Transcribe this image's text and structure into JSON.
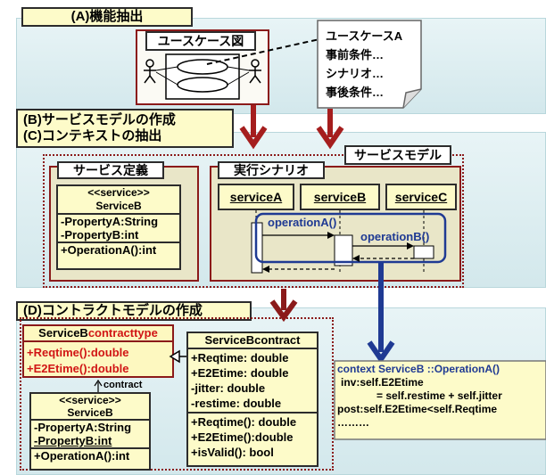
{
  "section_a": {
    "label": "(A)機能抽出"
  },
  "usecase": {
    "title": "ユースケース図",
    "note": [
      "ユースケースA",
      "事前条件…",
      "シナリオ…",
      "事後条件…"
    ]
  },
  "section_bc": {
    "label1": "(B)サービスモデルの作成",
    "label2": "(C)コンテキストの抽出"
  },
  "service_model": {
    "title": "サービスモデル",
    "definition": {
      "title": "サービス定義",
      "stereotype": "<<service>>",
      "name": "ServiceB",
      "attributes": [
        "-PropertyA:String",
        "-PropertyB:int"
      ],
      "operations": [
        "+OperationA():int"
      ]
    },
    "scenario": {
      "title": "実行シナリオ",
      "lifelines": [
        "serviceA",
        "serviceB",
        "serviceC"
      ],
      "messages": [
        "operationA()",
        "operationB()"
      ]
    }
  },
  "section_d": {
    "label": "(D)コントラクトモデルの作成",
    "contracttype": {
      "name_a": "ServiceB",
      "name_b": "contracttype",
      "operations": [
        "+Reqtime():double",
        "+E2Etime():double"
      ]
    },
    "contract_label": "contract",
    "service": {
      "stereotype": "<<service>>",
      "name": "ServiceB",
      "attributes": [
        "-PropertyA:String",
        "-PropertyB:int"
      ],
      "operations": [
        "+OperationA():int"
      ]
    },
    "contract": {
      "name": "ServiceBcontract",
      "attributes": [
        "+Reqtime: double",
        "+E2Etime: double",
        "-jitter: double",
        "-restime: double"
      ],
      "operations": [
        "+Reqtime(): double",
        "+E2Etime():double",
        "+isValid(): bool"
      ]
    },
    "ocl": [
      "context ServiceB ::OperationA()",
      "inv:self.E2Etime",
      "= self.restime + self.jitter",
      "post:self.E2Etime<self.Reqtime",
      "………"
    ]
  },
  "colors": {
    "band": "#d3e8ec",
    "label_bg": "#fdfbc9",
    "dark_red": "#8b1a1a",
    "navy": "#1f3a93",
    "red_text": "#d11515"
  }
}
